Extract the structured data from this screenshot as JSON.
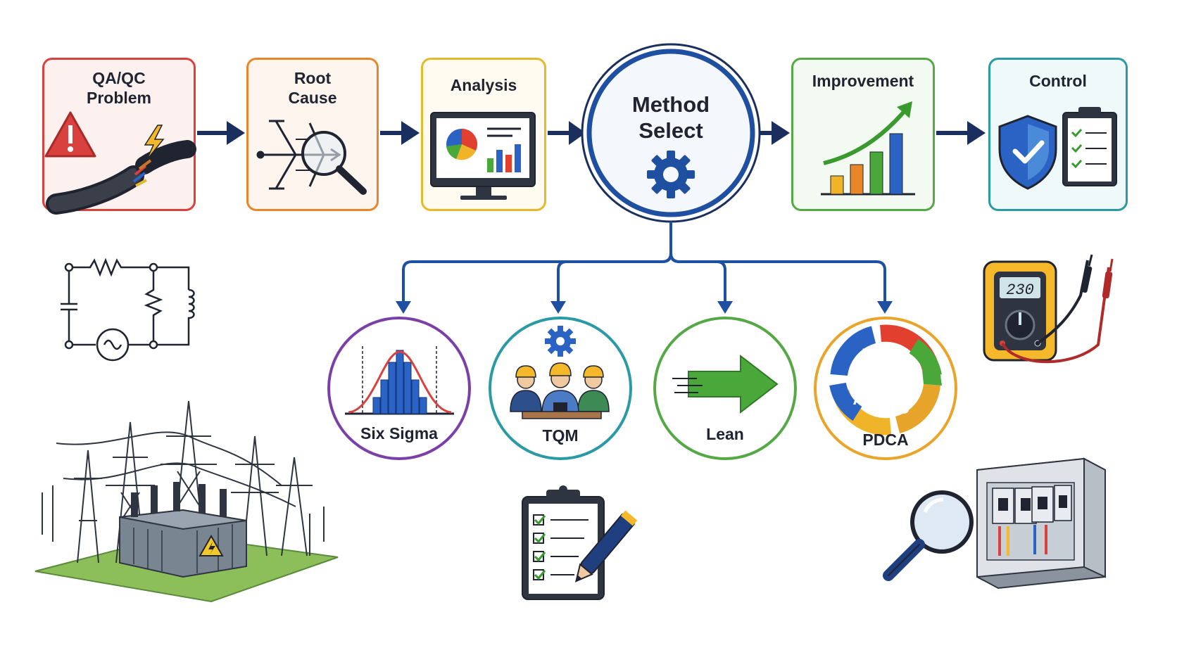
{
  "steps": [
    {
      "id": "qaqc",
      "title": "QA/QC\nProblem",
      "border": "#d9413f",
      "fill": "#fdf1f0"
    },
    {
      "id": "root",
      "title": "Root\nCause",
      "border": "#e8862a",
      "fill": "#fdf5ee"
    },
    {
      "id": "analysis",
      "title": "Analysis",
      "border": "#e6b82a",
      "fill": "#fffbf0"
    },
    {
      "id": "improvement",
      "title": "Improvement",
      "border": "#55a845",
      "fill": "#f3faf1"
    },
    {
      "id": "control",
      "title": "Control",
      "border": "#2a9aa4",
      "fill": "#f0f9fa"
    }
  ],
  "center": {
    "title": "Method\nSelect",
    "ring": "#1f4fa0"
  },
  "methods": [
    {
      "id": "six-sigma",
      "label": "Six Sigma",
      "color": "#7b3fa8"
    },
    {
      "id": "tqm",
      "label": "TQM",
      "color": "#2a9aa4"
    },
    {
      "id": "lean",
      "label": "Lean",
      "color": "#55a845"
    },
    {
      "id": "pdca",
      "label": "PDCA",
      "color": "#e8a52a"
    }
  ],
  "pdca_letters": [
    "P",
    "D",
    "C",
    "A"
  ],
  "meter_reading": "230",
  "colors": {
    "arrow": "#1b2f5e",
    "connector": "#1f4fa0",
    "ink": "#1f2430"
  }
}
